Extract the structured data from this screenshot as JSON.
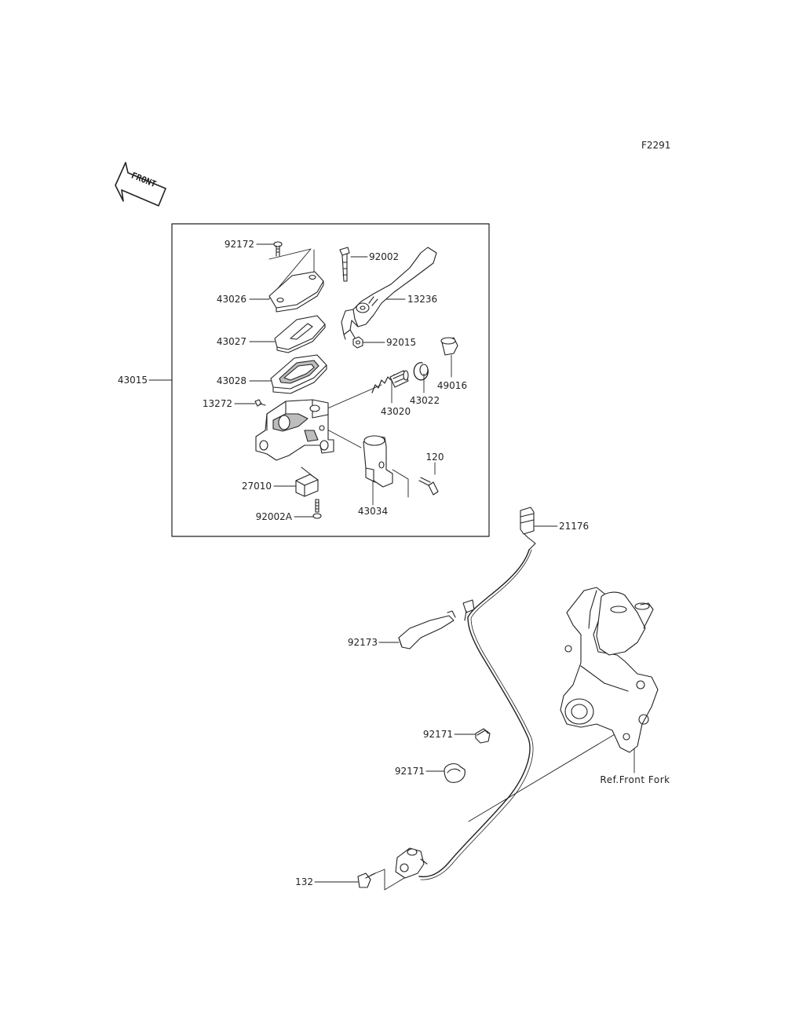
{
  "sheet_code": "F2291",
  "front_badge": "FRONT",
  "assembly_label": "43015",
  "reference_label": "Ref.Front Fork",
  "parts": {
    "p92172": "92172",
    "p43026": "43026",
    "p43027": "43027",
    "p43028": "43028",
    "p13272": "13272",
    "p27010": "27010",
    "p92002A": "92002A",
    "p92002": "92002",
    "p13236": "13236",
    "p92015": "92015",
    "p49016": "49016",
    "p43022": "43022",
    "p43020": "43020",
    "p120": "120",
    "p43034": "43034",
    "p21176": "21176",
    "p92173": "92173",
    "p92171a": "92171",
    "p92171b": "92171",
    "p132": "132"
  },
  "colors": {
    "line": "#222222",
    "fill": "#ffffff",
    "shade": "#bdbdbd"
  }
}
